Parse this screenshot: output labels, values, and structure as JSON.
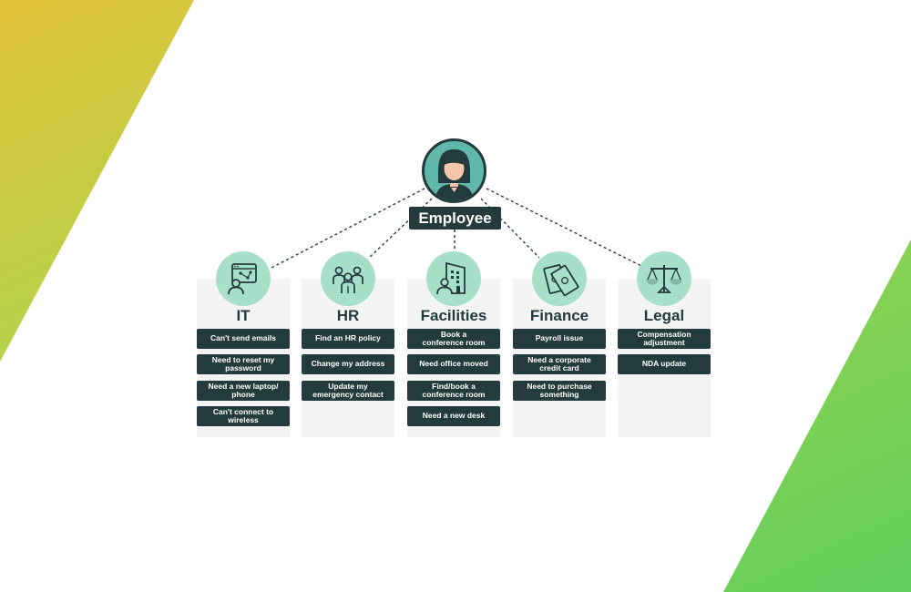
{
  "employee": {
    "label": "Employee"
  },
  "categories": [
    {
      "id": "it",
      "title": "IT",
      "icon": "workflow-user-icon",
      "items": [
        "Can't send emails",
        "Need to reset my\npassword",
        "Need a new laptop/\nphone",
        "Can't connect to\nwireless"
      ]
    },
    {
      "id": "hr",
      "title": "HR",
      "icon": "people-group-icon",
      "items": [
        "Find an HR policy",
        "Change my address",
        "Update my\nemergency contact"
      ]
    },
    {
      "id": "facilities",
      "title": "Facilities",
      "icon": "building-user-icon",
      "items": [
        "Book a\nconference room",
        "Need office moved",
        "Find/book a\nconference room",
        "Need a new desk"
      ]
    },
    {
      "id": "finance",
      "title": "Finance",
      "icon": "money-icon",
      "items": [
        "Payroll issue",
        "Need a corporate\ncredit card",
        "Need to purchase\nsomething"
      ]
    },
    {
      "id": "legal",
      "title": "Legal",
      "icon": "scales-icon",
      "items": [
        "Compensation\nadjustment",
        "NDA update"
      ]
    }
  ],
  "colors": {
    "dark": "#233b3c",
    "mint": "#a8dfcb",
    "teal": "#5fb8a9",
    "panel": "#f4f4f4"
  }
}
